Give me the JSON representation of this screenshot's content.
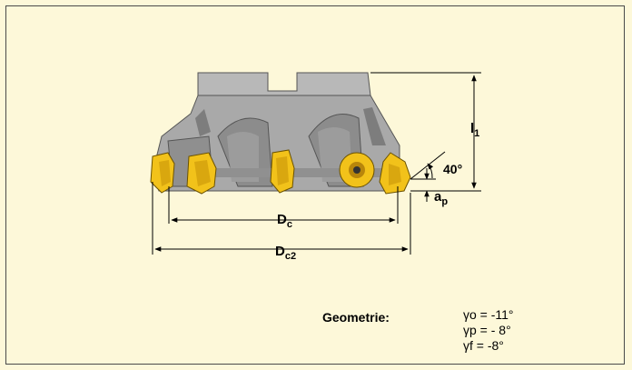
{
  "dimensions": {
    "dc": {
      "main": "D",
      "sub": "c"
    },
    "dc2": {
      "main": "D",
      "sub": "c2"
    },
    "l1": {
      "main": "l",
      "sub": "1"
    },
    "ap": {
      "main": "a",
      "sub": "p"
    },
    "angle": "40°"
  },
  "geometry": {
    "title": "Geometrie:",
    "values": [
      "γo = -11°",
      "γp = - 8°",
      "γf = -8°"
    ]
  },
  "colors": {
    "background": "#fdf8d9",
    "tool_body": "#b3b3b3",
    "tool_shadow": "#7d7d7d",
    "insert": "#f2c21a",
    "insert_dark": "#b8860b"
  }
}
